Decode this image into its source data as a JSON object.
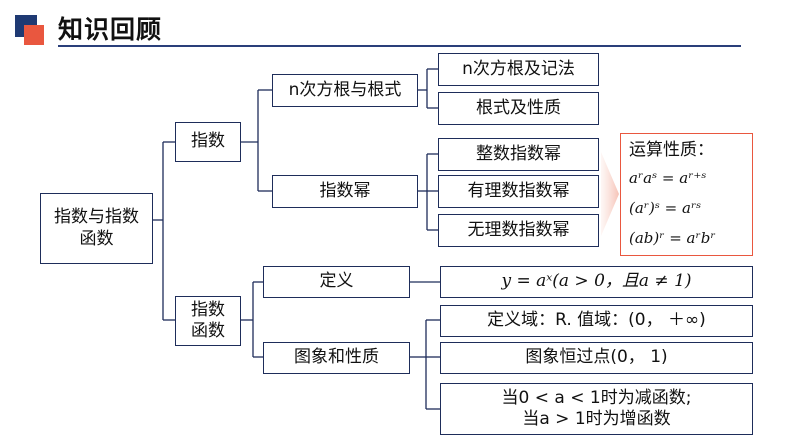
{
  "header": {
    "title": "知识回顾"
  },
  "root": {
    "line1": "指数与指数",
    "line2": "函数"
  },
  "branch_exponent": {
    "label": "指数",
    "nth_root": {
      "label": "n次方根与根式",
      "children": [
        "n次方根及记法",
        "根式及性质"
      ]
    },
    "power": {
      "label": "指数幂",
      "children": [
        "整数指数幂",
        "有理数指数幂",
        "无理数指数幂"
      ]
    }
  },
  "branch_function": {
    "line1": "指数",
    "line2": "函数",
    "definition": {
      "label": "定义",
      "formula": "y = aˣ(a > 0，且a ≠ 1)"
    },
    "graph": {
      "label": "图象和性质",
      "domain_range": "定义域：R. 值域：(0， ＋∞)",
      "fixed_point": "图象恒过点(0， 1)",
      "monotonic_line1": "当0 < a < 1时为减函数;",
      "monotonic_line2": "当a > 1时为增函数"
    }
  },
  "operations": {
    "title": "运算性质：",
    "rules": [
      "aʳaˢ = aʳ⁺ˢ",
      "(aʳ)ˢ = aʳˢ",
      "(ab)ʳ = aʳbʳ"
    ]
  },
  "colors": {
    "border": "#1e2d5a",
    "accent": "#e9573f",
    "logo_dark": "#1f3a73"
  }
}
